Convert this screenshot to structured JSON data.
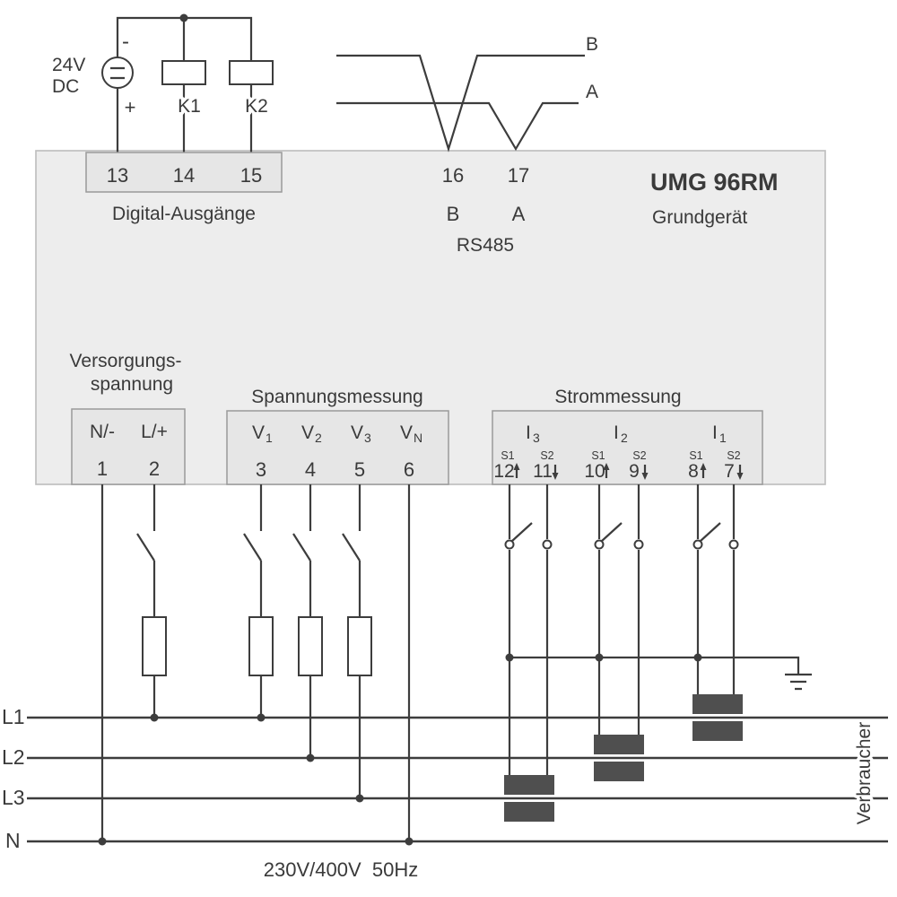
{
  "colors": {
    "wire": "#3d3d3d",
    "device_fill": "#ededed",
    "device_stroke": "#bdbdbd",
    "strip_fill": "#e6e6e6",
    "ct_fill": "#4f4f4f",
    "text": "#3a3a3a"
  },
  "power": {
    "v": "24V",
    "dc": "DC",
    "minus": "-",
    "plus": "+"
  },
  "relays": {
    "k1": "K1",
    "k2": "K2"
  },
  "digital_outputs": {
    "title": "Digital-Ausgänge",
    "t13": "13",
    "t14": "14",
    "t15": "15"
  },
  "rs485": {
    "title": "RS485",
    "t16": "16",
    "t17": "17",
    "sig_b": "B",
    "sig_a": "A",
    "bus_b": "B",
    "bus_a": "A"
  },
  "device": {
    "model": "UMG 96RM",
    "variant": "Grundgerät"
  },
  "supply": {
    "title1": "Versorgungs-",
    "title2": "spannung",
    "n": "N/-",
    "l": "L/+",
    "t1": "1",
    "t2": "2"
  },
  "voltage": {
    "title": "Spannungsmessung",
    "v1": {
      "base": "V",
      "sub": "1"
    },
    "v2": {
      "base": "V",
      "sub": "2"
    },
    "v3": {
      "base": "V",
      "sub": "3"
    },
    "vn": {
      "base": "V",
      "sub": "N"
    },
    "t3": "3",
    "t4": "4",
    "t5": "5",
    "t6": "6"
  },
  "current": {
    "title": "Strommessung",
    "i3": {
      "base": "I",
      "sub": "3"
    },
    "i2": {
      "base": "I",
      "sub": "2"
    },
    "i1": {
      "base": "I",
      "sub": "1"
    },
    "s1": "S1",
    "s2": "S2",
    "t12": "12",
    "t11": "11",
    "t10": "10",
    "t9": "9",
    "t8": "8",
    "t7": "7"
  },
  "mains": {
    "l1": "L1",
    "l2": "L2",
    "l3": "L3",
    "n": "N",
    "rating": "230V/400V  50Hz",
    "consumer": "Verbraucher"
  }
}
